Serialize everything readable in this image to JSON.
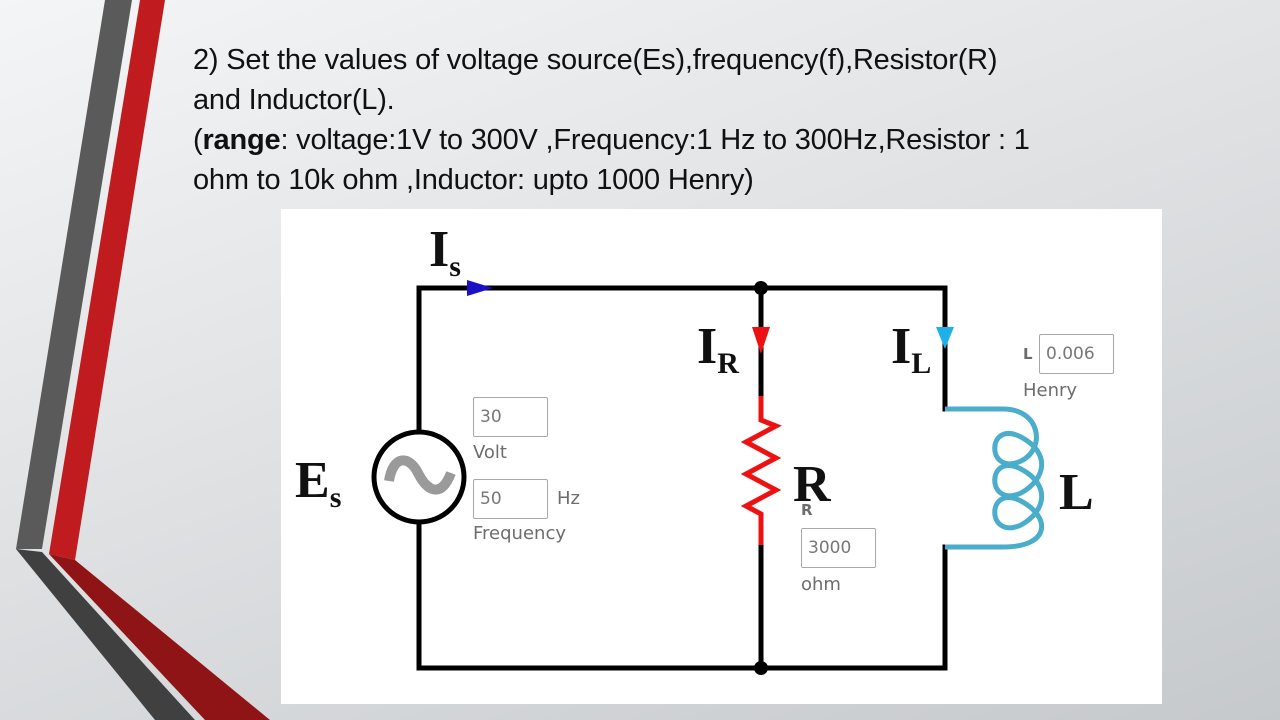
{
  "slide": {
    "instructions": {
      "line1": "2) Set the values of voltage source(Es),frequency(f),Resistor(R)",
      "line2": "and Inductor(L).",
      "range_open": "(",
      "range_keyword": "range",
      "range_rest": ": voltage:1V to 300V ,Frequency:1 Hz to 300Hz,Resistor : 1",
      "line4": "ohm to 10k ohm ,Inductor: upto 1000 Henry)"
    }
  },
  "circuit": {
    "colors": {
      "wire": "#000000",
      "source_current_arrow": "#1a10c8",
      "resistor": "#ee1111",
      "inductor": "#4aaecb",
      "inductor_current_arrow": "#1fb0ea",
      "ac_wave": "#9a9a9a"
    },
    "labels": {
      "source_current": {
        "main": "I",
        "sub": "s"
      },
      "resistor_current": {
        "main": "I",
        "sub": "R"
      },
      "inductor_current": {
        "main": "I",
        "sub": "L"
      },
      "source": {
        "main": "E",
        "sub": "s"
      },
      "resistor": "R",
      "inductor": "L"
    },
    "voltage": {
      "value": "30",
      "unit": "Volt"
    },
    "frequency": {
      "value": "50",
      "unit": "Hz",
      "caption": "Frequency"
    },
    "resistance": {
      "prefix": "R",
      "value": "3000",
      "unit": "ohm"
    },
    "inductance": {
      "prefix": "L",
      "value": "0.006",
      "unit": "Henry"
    }
  }
}
